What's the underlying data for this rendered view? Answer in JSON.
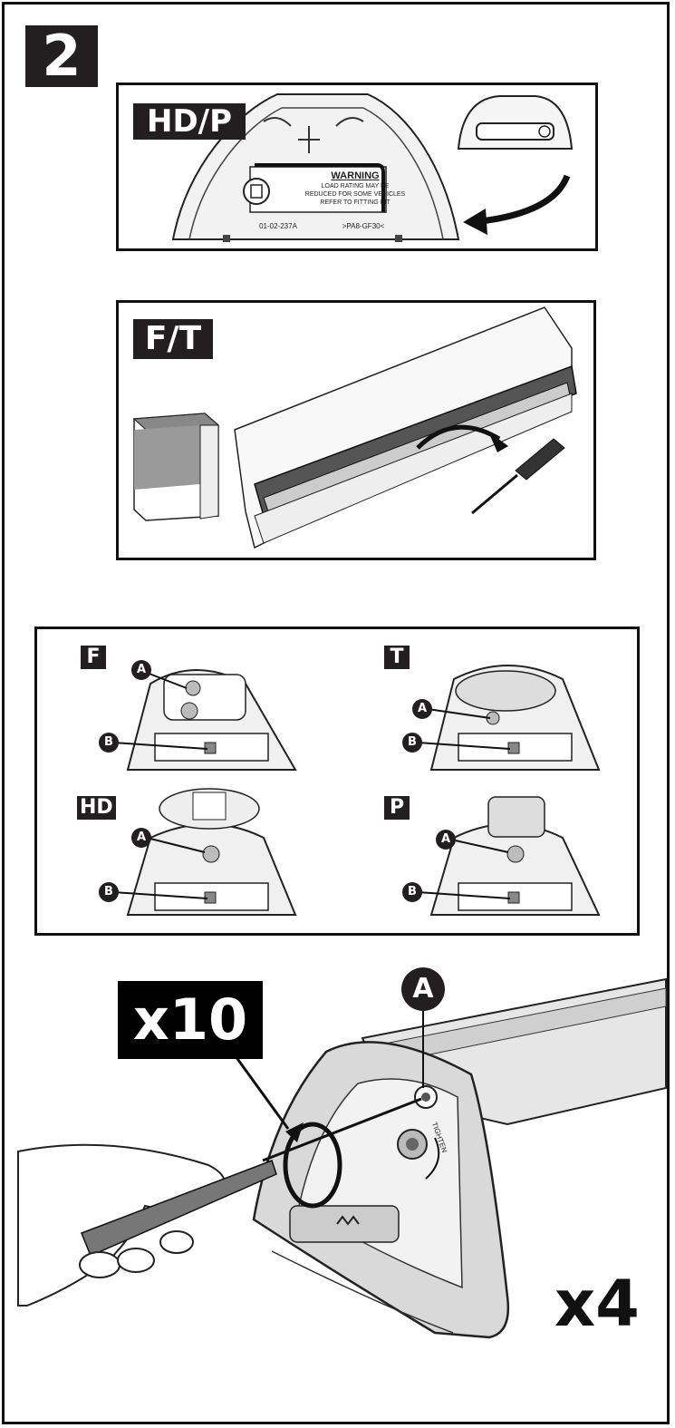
{
  "step_number": "2",
  "hdp_panel": {
    "tag": "HD/P",
    "warning_title": "WARNING",
    "warning_line1": "LOAD RATING MAY BE",
    "warning_line2": "REDUCED FOR SOME VEHICLES",
    "warning_line3": "REFER TO FITTING KIT",
    "code_left": "01-02-237A",
    "code_right": ">PA8-GF30<"
  },
  "ft_panel": {
    "tag": "F/T"
  },
  "variants_panel": {
    "variants": [
      {
        "tag": "F",
        "callout_a": "A",
        "callout_b": "B"
      },
      {
        "tag": "T",
        "callout_a": "A",
        "callout_b": "B"
      },
      {
        "tag": "HD",
        "callout_a": "A",
        "callout_b": "B"
      },
      {
        "tag": "P",
        "callout_a": "A",
        "callout_b": "B"
      }
    ]
  },
  "main_illustration": {
    "turns_label": "x10",
    "callout": "A",
    "tighten_label": "TIGHTEN",
    "quantity_label": "x4"
  }
}
